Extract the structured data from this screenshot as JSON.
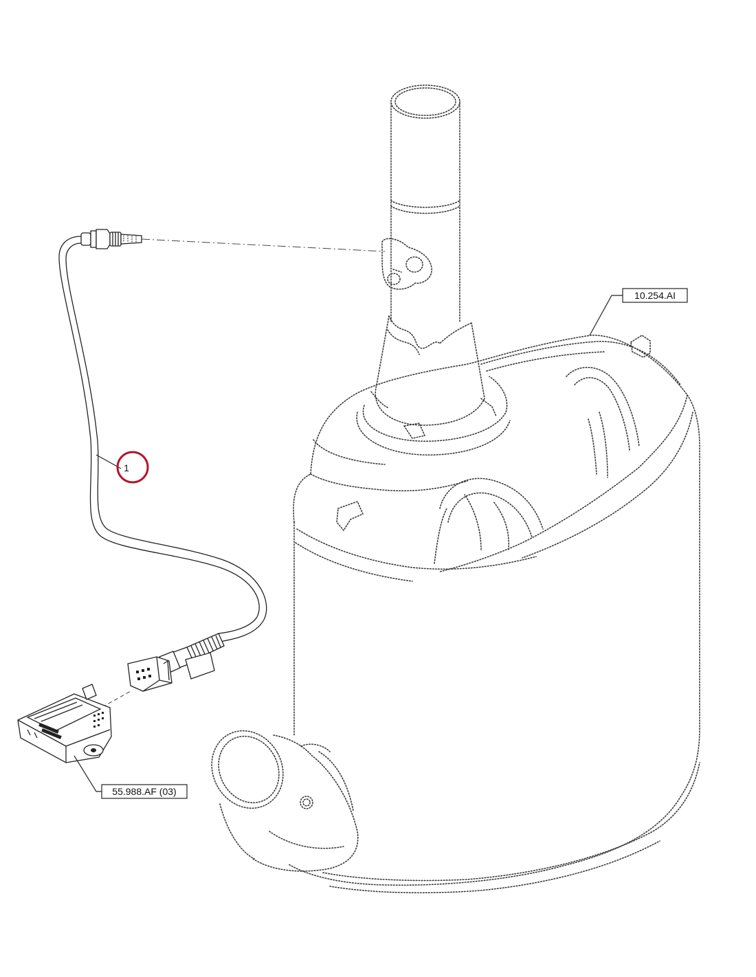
{
  "labels": {
    "tank_ref": "10.254.AI",
    "module_ref": "55.988.AF (03)"
  },
  "callout": {
    "number": "1",
    "circle_color": "#b0162b"
  }
}
